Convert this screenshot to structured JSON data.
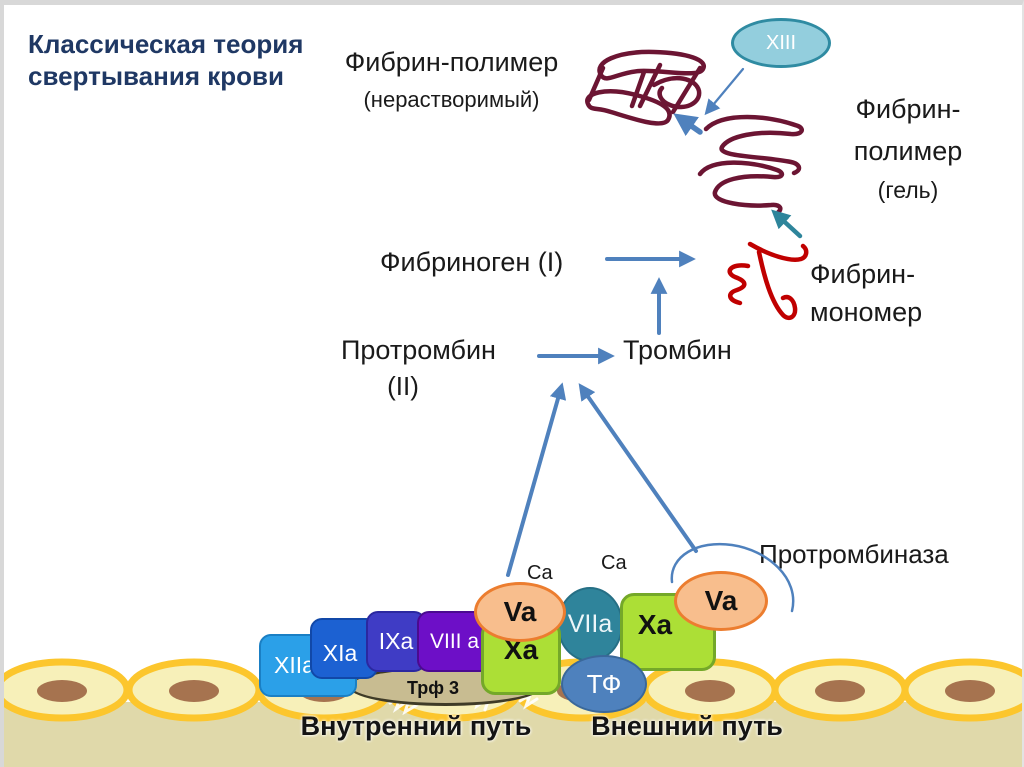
{
  "slide": {
    "title_line1": "Классическая теория",
    "title_line2": "свертывания крови"
  },
  "labels": {
    "fibrin_polymer_insoluble_1": "Фибрин-полимер",
    "fibrin_polymer_insoluble_2": "(нерастворимый)",
    "fibrin_polymer_gel_1": "Фибрин-",
    "fibrin_polymer_gel_2": "полимер",
    "fibrin_polymer_gel_3": "(гель)",
    "fibrinogen": "Фибриноген (I)",
    "fibrin_monomer_1": "Фибрин-",
    "fibrin_monomer_2": "мономер",
    "prothrombin": "Протромбин",
    "prothrombin_number": "(II)",
    "thrombin": "Тромбин",
    "prothrombinase": "Протромбиназа",
    "ca_left": "Ca",
    "ca_right": "Ca",
    "pathway_intrinsic": "Внутренний путь",
    "pathway_extrinsic": "Внешний путь"
  },
  "factors": {
    "xiii": "XIII",
    "xiia": "XIIa",
    "xia": "XIa",
    "ixa": "IXa",
    "viiia": "VIII a",
    "va_left": "Va",
    "xa_left": "Xa",
    "viia": "VIIa",
    "tf": "ТФ",
    "trf3": "Трф 3",
    "xa_right": "Xa",
    "va_right": "Va"
  },
  "colors": {
    "title": "#1F3864",
    "arrow_blue": "#4F81BD",
    "arrow_teal": "#2E859B",
    "fibrin_net_maroon": "#6C1533",
    "fibrin_monomer_red": "#C00000",
    "xiii_fill": "#93CEDD",
    "xiia_fill": "#2BA0E8",
    "xia_fill": "#1C61D2",
    "ixa_fill": "#3F3CC5",
    "viiia_fill": "#6D0FC7",
    "xa_fill": "#ACDF36",
    "xa_border": "#74A829",
    "va_fill": "#F8BE8D",
    "va_border": "#EC7D2F",
    "viia_fill": "#2F849B",
    "tf_fill": "#4E81BD",
    "trf3_fill": "#C8BC91",
    "membrane_tan": "#E0D9AA",
    "cell_fill": "#F7F0B9",
    "cell_border": "#FCC62D",
    "nucleus": "#A6734F"
  }
}
